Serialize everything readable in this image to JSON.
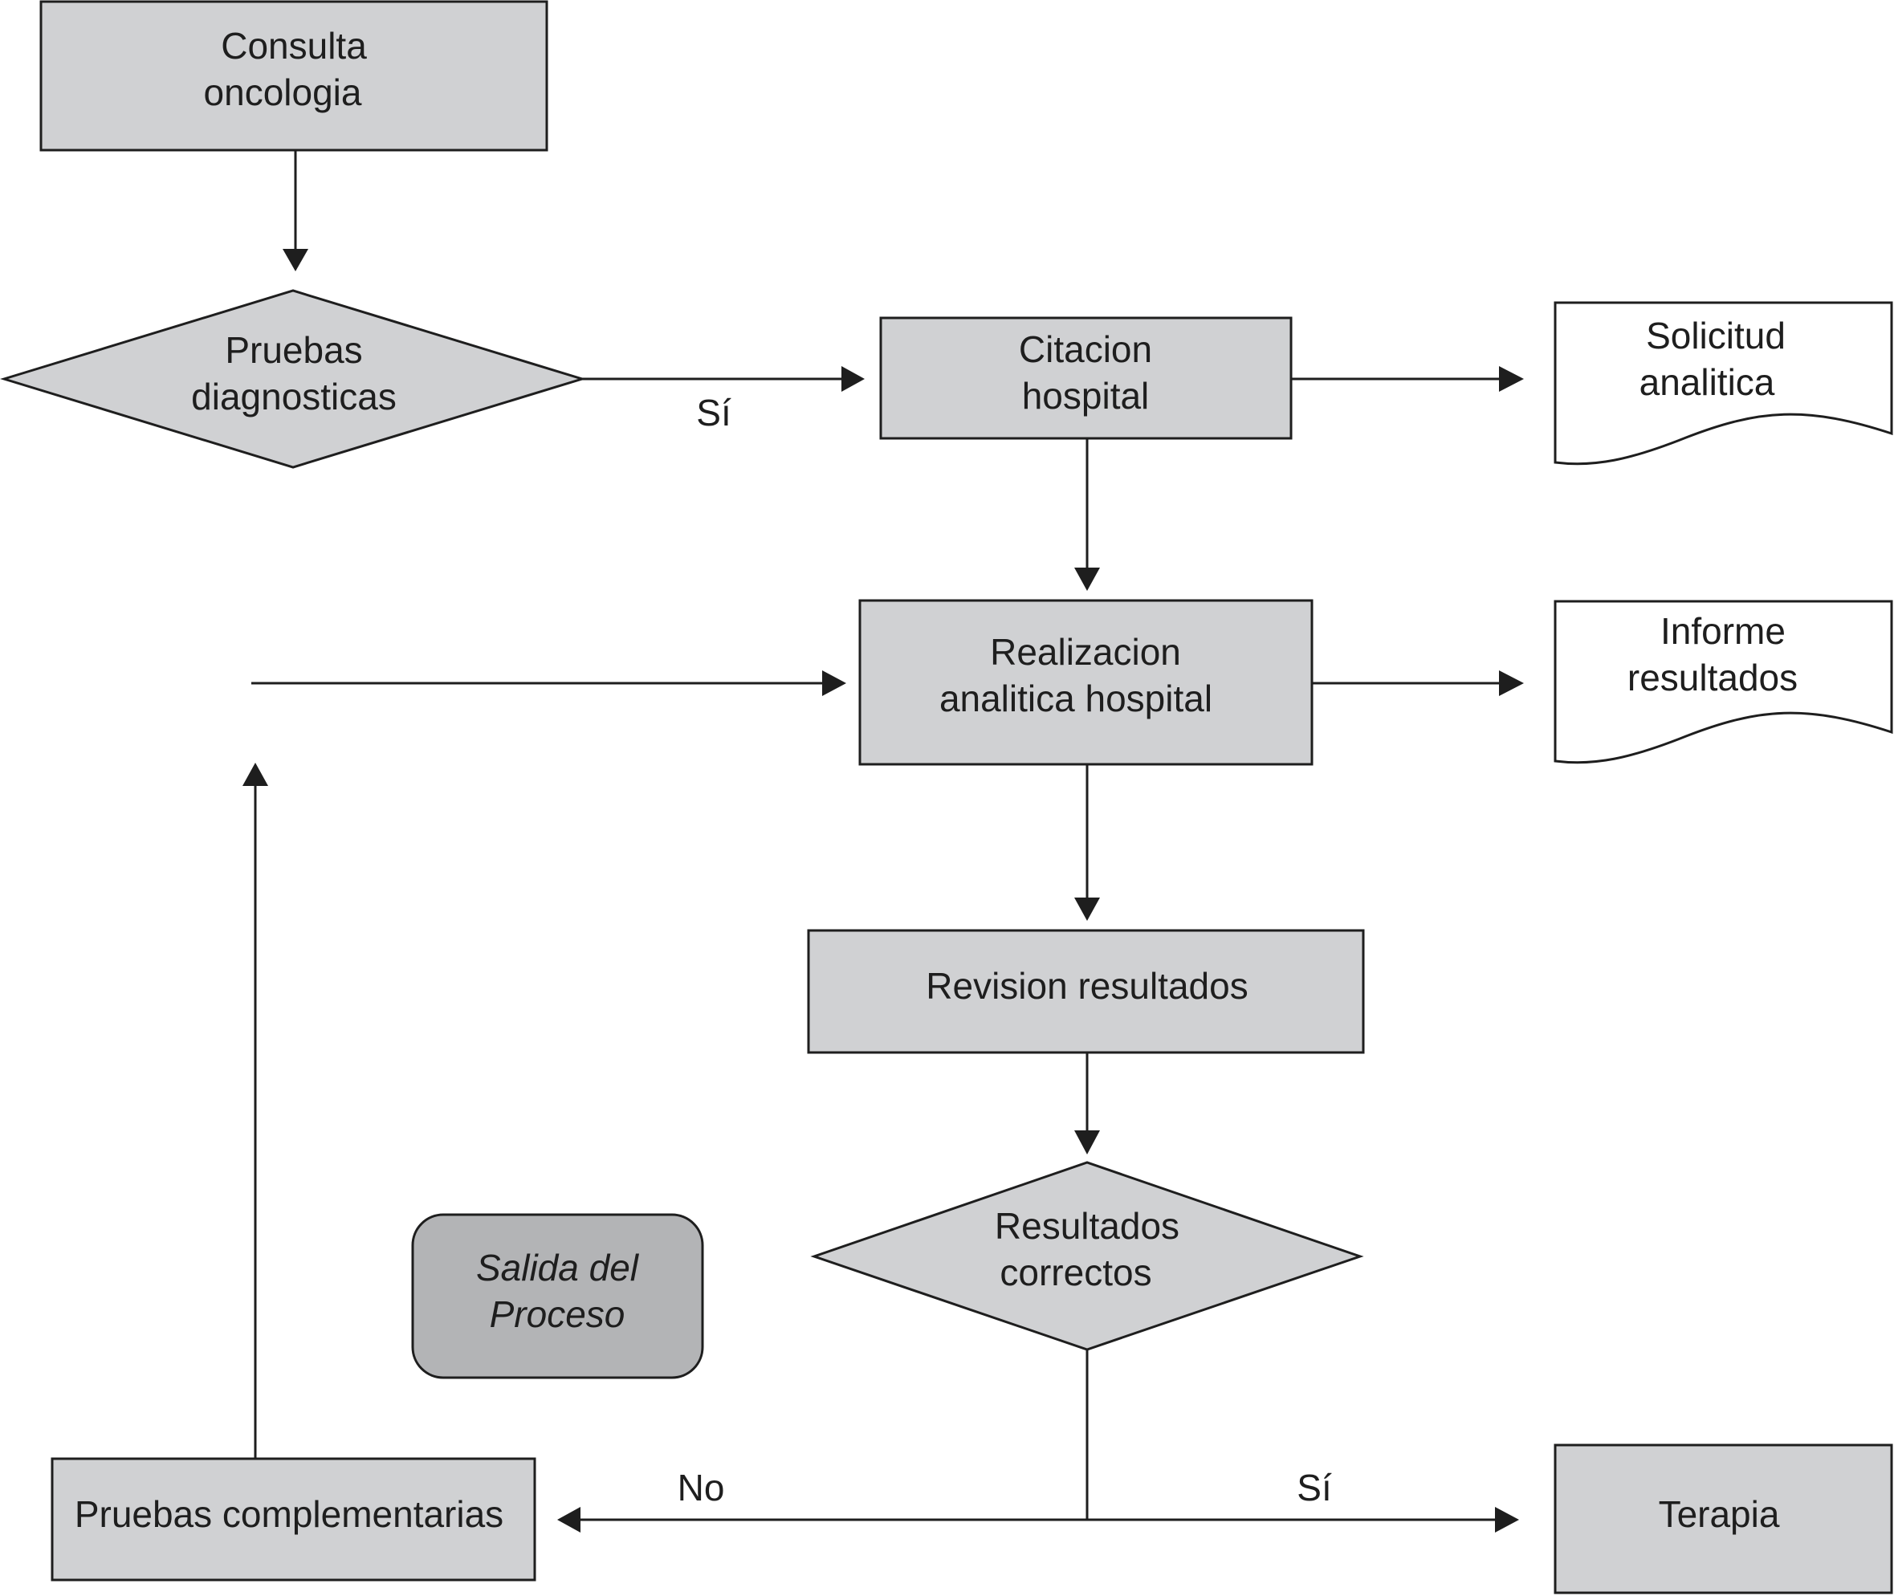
{
  "nodes": {
    "consulta": {
      "line1": "Consulta",
      "line2": "oncologia"
    },
    "pruebas_diag": {
      "line1": "Pruebas",
      "line2": "diagnosticas"
    },
    "citacion": {
      "line1": "Citacion",
      "line2": "hospital"
    },
    "solicitud": {
      "line1": "Solicitud",
      "line2": "analitica"
    },
    "realizacion": {
      "line1": "Realizacion",
      "line2": "analitica hospital"
    },
    "informe": {
      "line1": "Informe",
      "line2": "resultados"
    },
    "revision": {
      "line1": "Revision resultados"
    },
    "resultados": {
      "line1": "Resultados",
      "line2": "correctos"
    },
    "salida": {
      "line1": "Salida del",
      "line2": "Proceso"
    },
    "pruebas_comp": {
      "line1": "Pruebas complementarias"
    },
    "terapia": {
      "line1": "Terapia"
    }
  },
  "edge_labels": {
    "si_top": "Sí",
    "no_bottom": "No",
    "si_bottom": "Sí"
  },
  "colors": {
    "process_fill": "#d0d1d3",
    "terminal_fill": "#b3b4b6",
    "stroke": "#1e1e1e"
  }
}
